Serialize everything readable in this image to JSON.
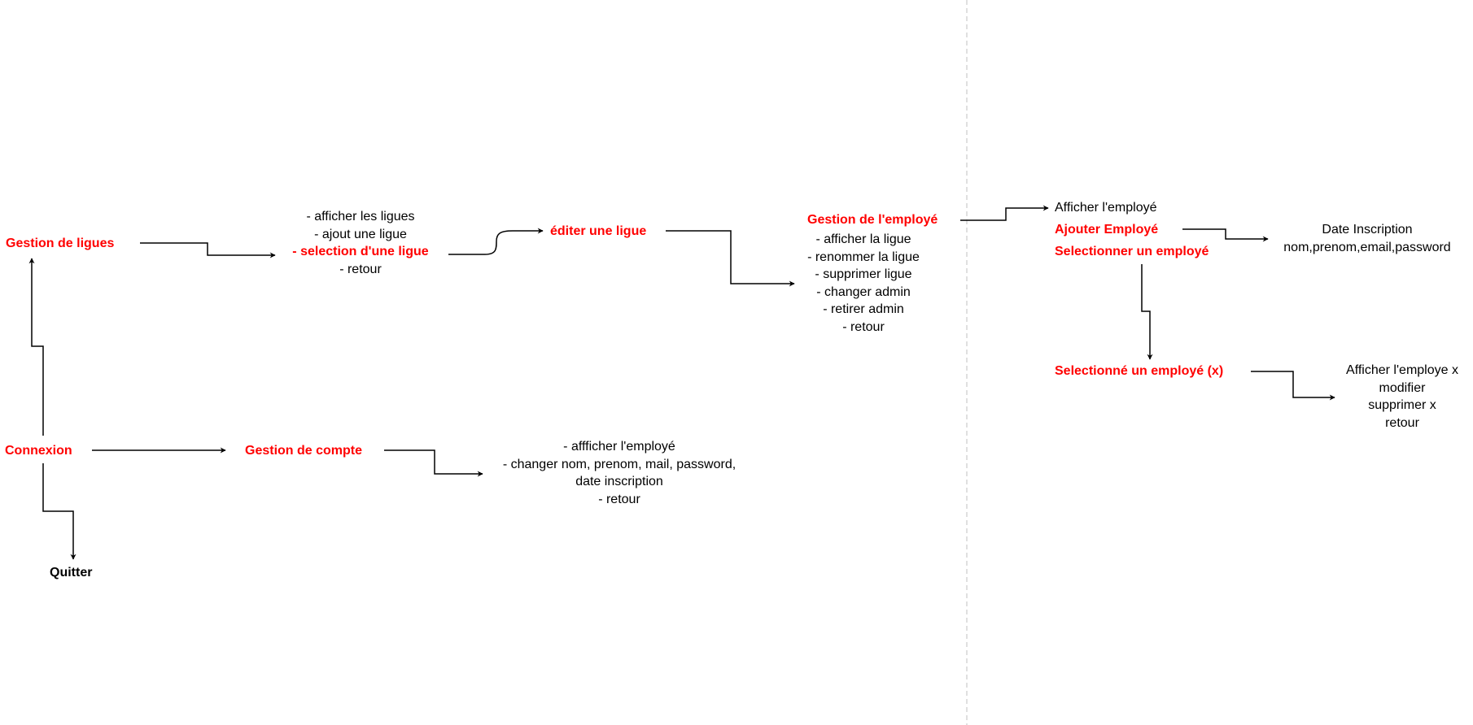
{
  "colors": {
    "accent": "#ff0000",
    "text": "#000000",
    "divider": "#c0c0c0"
  },
  "nodes": {
    "gestion_ligues": "Gestion de ligues",
    "ligues_menu": [
      "- afficher les ligues",
      "- ajout une ligue",
      "- selection d'une ligue",
      "- retour"
    ],
    "editer_ligue": "éditer une ligue",
    "gestion_employe": "Gestion de l'employé",
    "gestion_employe_menu": [
      "- afficher la ligue",
      "- renommer la ligue",
      "- supprimer ligue",
      "- changer admin",
      "- retirer admin",
      "- retour"
    ],
    "afficher_employe": "Afficher l'employé",
    "ajouter_employe": "Ajouter  Employé",
    "selectionner_employe": "Selectionner un employé",
    "ajout_fields": [
      "Date  Inscription",
      "nom,prenom,email,password"
    ],
    "employe_selectionne": "Selectionné un employé (x)",
    "employe_x_menu": [
      "Afficher l'employe x",
      "modifier",
      "supprimer x",
      "retour"
    ],
    "connexion": "Connexion",
    "gestion_compte": "Gestion de compte",
    "compte_menu": [
      "- affficher l'employé",
      "- changer nom, prenom, mail, password,",
      "date inscription",
      "- retour"
    ],
    "quitter": "Quitter"
  }
}
